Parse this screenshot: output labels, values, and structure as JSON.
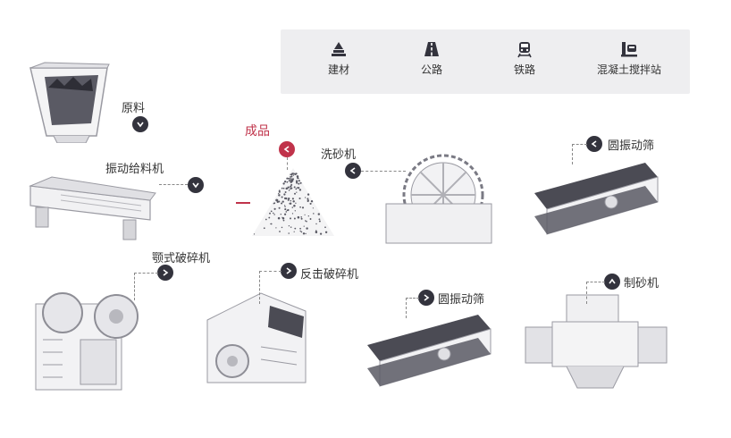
{
  "legend": {
    "items": [
      {
        "label": "建材",
        "icon": "building-materials-icon"
      },
      {
        "label": "公路",
        "icon": "highway-icon"
      },
      {
        "label": "铁路",
        "icon": "train-icon"
      },
      {
        "label": "混凝土搅拌站",
        "icon": "concrete-mixer-icon"
      }
    ]
  },
  "process": {
    "raw_material": "原料",
    "vibrating_feeder": "振动给料机",
    "jaw_crusher": "颚式破碎机",
    "impact_crusher": "反击破碎机",
    "vibrating_screen_bottom": "圆振动筛",
    "sand_maker": "制砂机",
    "vibrating_screen_top": "圆振动筛",
    "sand_washer": "洗砂机",
    "finished_product": "成品"
  },
  "colors": {
    "accent_red": "#c0334a",
    "badge_dark": "#33333d",
    "legend_bg": "#eeeef0"
  }
}
